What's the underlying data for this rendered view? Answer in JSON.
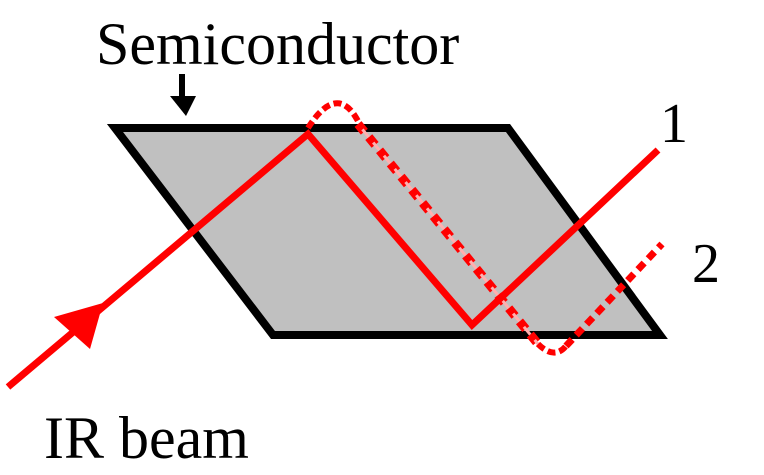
{
  "labels": {
    "material": "Semiconductor",
    "beam": "IR beam",
    "output_1": "1",
    "output_2": "2"
  },
  "colors": {
    "slab_fill": "#c0c0c0",
    "slab_edge": "#000000",
    "beam": "#ff0000",
    "beam_dashed_gap": "#ffb0b0"
  }
}
